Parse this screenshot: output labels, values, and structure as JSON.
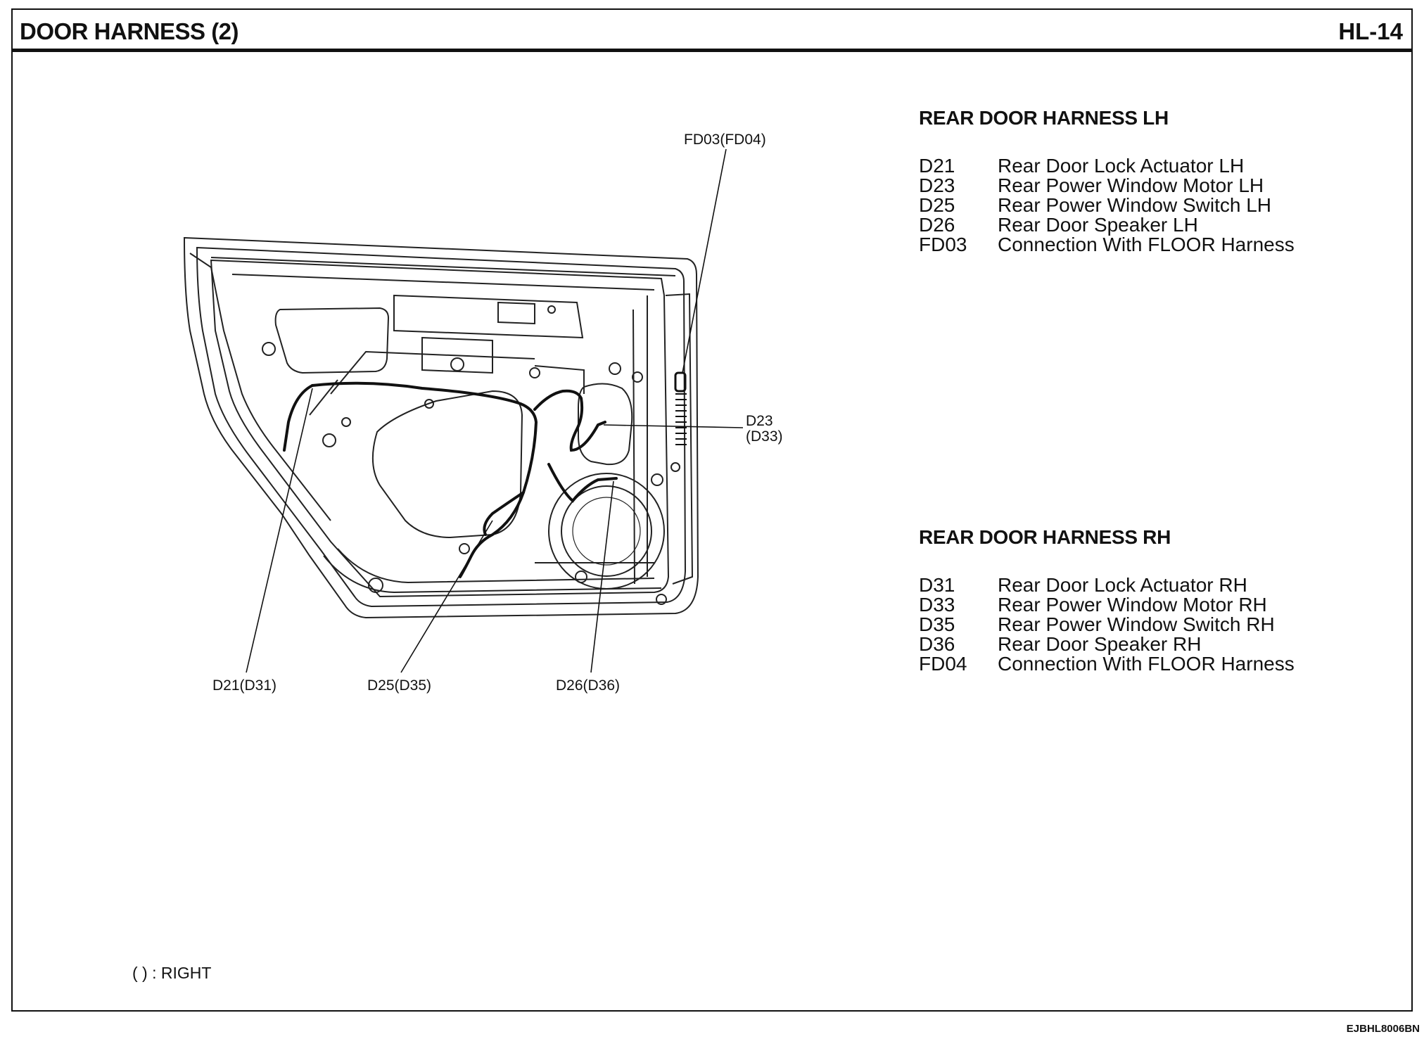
{
  "header": {
    "title": "DOOR HARNESS (2)",
    "code": "HL-14"
  },
  "callouts": {
    "fd03": "FD03(FD04)",
    "d23_line1": "D23",
    "d23_line2": "(D33)",
    "d21": "D21(D31)",
    "d25": "D25(D35)",
    "d26": "D26(D36)"
  },
  "legend_lh": {
    "title": "REAR DOOR HARNESS LH",
    "items": [
      {
        "code": "D21",
        "desc": "Rear Door Lock Actuator LH"
      },
      {
        "code": "D23",
        "desc": "Rear Power Window Motor LH"
      },
      {
        "code": "D25",
        "desc": "Rear Power Window Switch LH"
      },
      {
        "code": "D26",
        "desc": "Rear Door Speaker LH"
      },
      {
        "code": "FD03",
        "desc": "Connection With FLOOR Harness"
      }
    ]
  },
  "legend_rh": {
    "title": "REAR DOOR HARNESS RH",
    "items": [
      {
        "code": "D31",
        "desc": "Rear Door Lock Actuator RH"
      },
      {
        "code": "D33",
        "desc": "Rear Power Window Motor RH"
      },
      {
        "code": "D35",
        "desc": "Rear Power Window Switch RH"
      },
      {
        "code": "D36",
        "desc": "Rear Door Speaker RH"
      },
      {
        "code": "FD04",
        "desc": "Connection With FLOOR Harness"
      }
    ]
  },
  "footnote": "( ) : RIGHT",
  "drawing_number": "EJBHL8006BN"
}
